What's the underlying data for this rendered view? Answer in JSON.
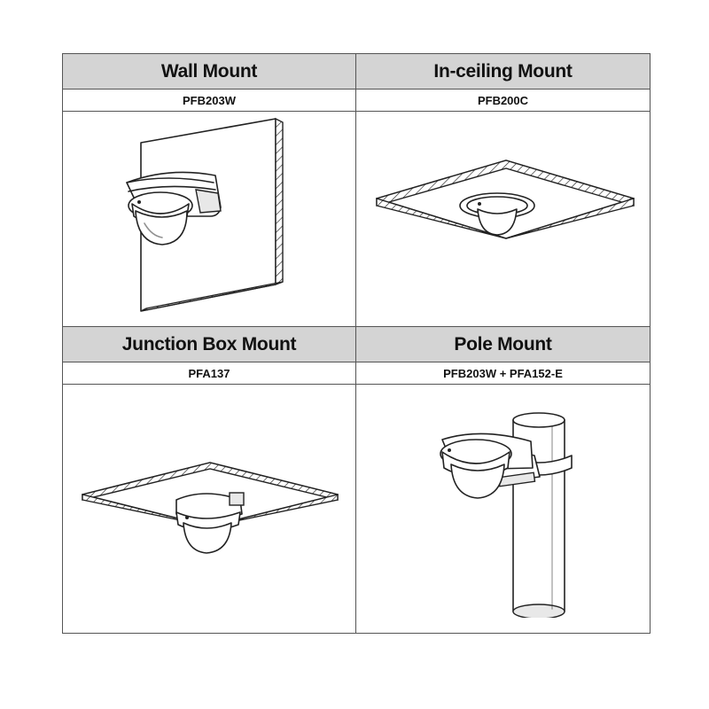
{
  "mounts": [
    {
      "title": "Wall Mount",
      "model": "PFB203W"
    },
    {
      "title": "In-ceiling Mount",
      "model": "PFB200C"
    },
    {
      "title": "Junction Box Mount",
      "model": "PFA137"
    },
    {
      "title": "Pole Mount",
      "model": "PFB203W + PFA152-E"
    }
  ]
}
